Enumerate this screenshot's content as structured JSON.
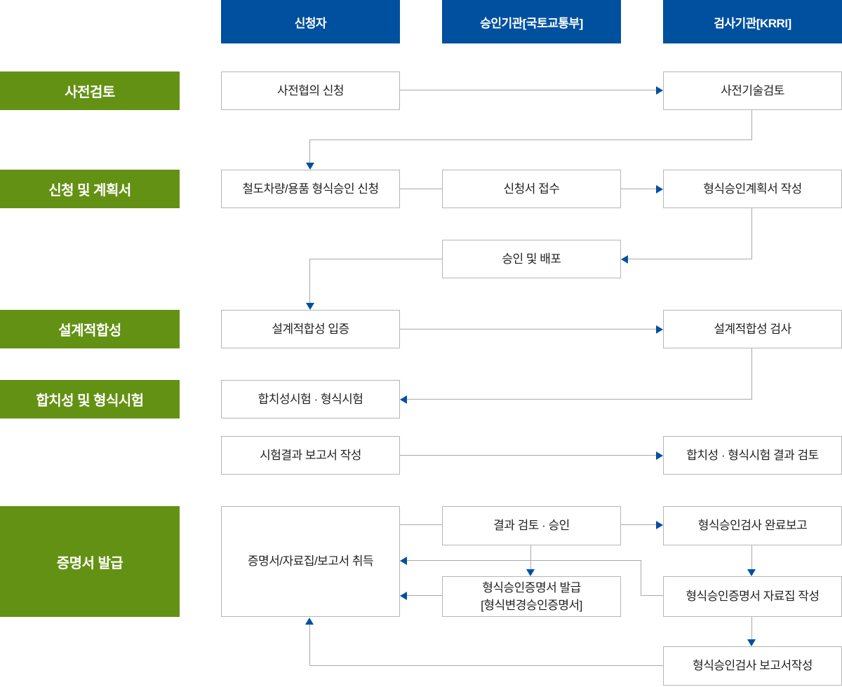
{
  "colors": {
    "header_blue": "#0050a0",
    "stage_green": "#639113",
    "connector_gray": "#a9a9a9",
    "arrowhead_blue": "#0050a0",
    "box_border_gray": "#b5b5b5"
  },
  "columns": {
    "applicant": {
      "label": "신청자"
    },
    "approval": {
      "label": "승인기관[국토교통부]"
    },
    "inspection": {
      "label": "검사기관[KRRI]"
    }
  },
  "stages": {
    "pre_review": {
      "label": "사전검토"
    },
    "application": {
      "label": "신청 및 계획서"
    },
    "design": {
      "label": "설계적합성"
    },
    "conformity": {
      "label": "합치성 및 형식시험"
    },
    "certificate": {
      "label": "증명서 발급"
    }
  },
  "boxes": {
    "pre_consult_request": {
      "label": "사전협의 신청"
    },
    "pre_tech_review": {
      "label": "사전기술검토"
    },
    "type_approval_request": {
      "label": "철도차량/용품 형식승인 신청"
    },
    "application_receipt": {
      "label": "신청서 접수"
    },
    "approval_plan_write": {
      "label": "형식승인계획서 작성"
    },
    "approve_distribute": {
      "label": "승인 및 배포"
    },
    "design_proof": {
      "label": "설계적합성 입증"
    },
    "design_inspection": {
      "label": "설계적합성 검사"
    },
    "conformity_type_test": {
      "label": "합치성시험 · 형식시험"
    },
    "test_report_write": {
      "label": "시험결과 보고서 작성"
    },
    "test_result_review": {
      "label": "합치성 · 형식시험 결과 검토"
    },
    "certificate_obtain": {
      "label": "증명서/자료집/보고서 취득"
    },
    "result_review_approve": {
      "label": "결과 검토 · 승인"
    },
    "inspection_complete_report": {
      "label": "형식승인검사 완료보고"
    },
    "certificate_issue": {
      "line1": "형식승인증명서 발급",
      "line2": "[형식변경승인증명서]"
    },
    "certificate_databook_write": {
      "label": "형식승인증명서 자료집 작성"
    },
    "inspection_report_write": {
      "label": "형식승인검사 보고서작성"
    }
  }
}
